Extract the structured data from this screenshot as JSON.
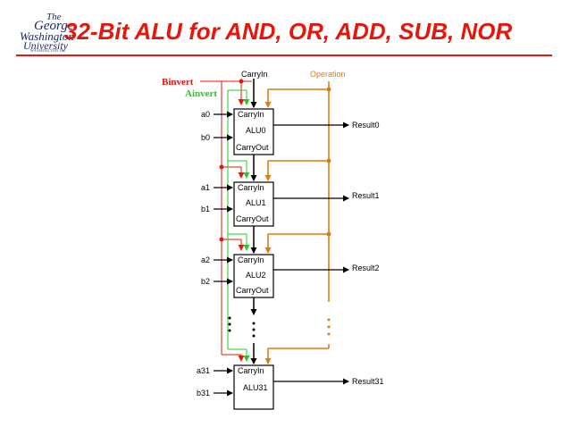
{
  "title": "32-Bit ALU for AND, OR, ADD, SUB, NOR",
  "logo_text": [
    "The",
    "George",
    "Washington",
    "University",
    "WASHINGTON DC"
  ],
  "labels": {
    "carryin": "CarryIn",
    "operation": "Operation",
    "binvert": "Binvert",
    "ainvert": "Ainvert"
  },
  "colors": {
    "title": "#e8150b",
    "binvert": "#e8150b",
    "ainvert": "#22cc22",
    "operation": "#e07b10",
    "wire": "#000000"
  },
  "alus": [
    {
      "name": "ALU0",
      "a": "a0",
      "b": "b0",
      "carryin": "CarryIn",
      "carryout": "CarryOut",
      "result": "Result0"
    },
    {
      "name": "ALU1",
      "a": "a1",
      "b": "b1",
      "carryin": "CarryIn",
      "carryout": "CarryOut",
      "result": "Result1"
    },
    {
      "name": "ALU2",
      "a": "a2",
      "b": "b2",
      "carryin": "CarryIn",
      "carryout": "CarryOut",
      "result": "Result2"
    },
    {
      "name": "ALU31",
      "a": "a31",
      "b": "b31",
      "carryin": "CarryIn",
      "carryout": "",
      "result": "Result31"
    }
  ]
}
